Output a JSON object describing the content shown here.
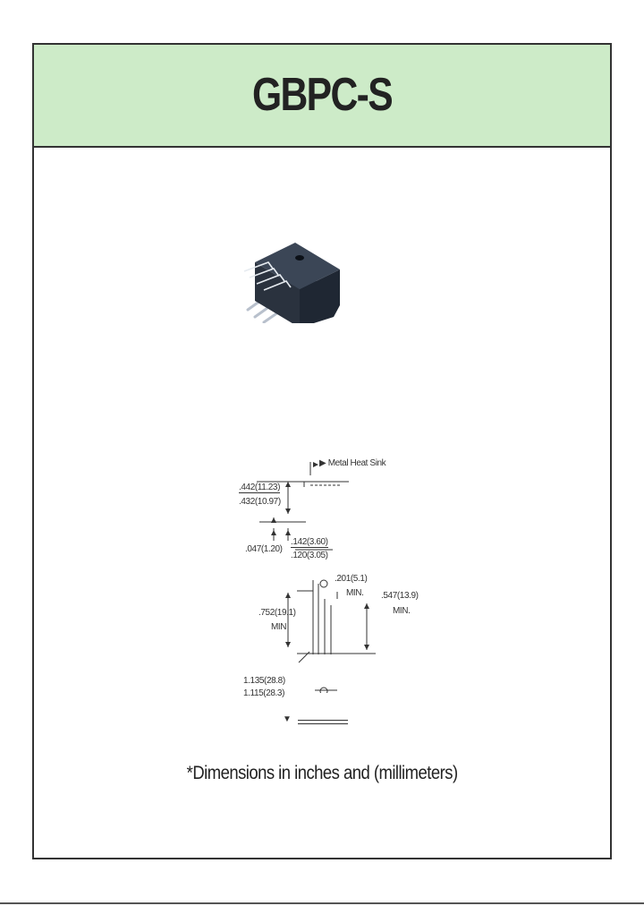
{
  "document": {
    "title": "GBPC-S",
    "footnote": "*Dimensions in inches and (millimeters)"
  },
  "drawing": {
    "heat_sink_label": "Metal Heat Sink",
    "height_max": ".442(11.23)",
    "height_min": ".432(10.97)",
    "pin_thickness": ".047(1.20)",
    "step_max": ".142(3.60)",
    "step_min": ".120(3.05)",
    "pin_spacing": ".201(5.1)",
    "pin_spacing_suffix": "MIN.",
    "lead_length": ".752(19.1)",
    "lead_length_suffix": "MIN",
    "body_depth": ".547(13.9)",
    "body_depth_suffix": "MIN.",
    "width_max": "1.135(28.8)",
    "width_min": "1.115(28.3)"
  },
  "colors": {
    "header_bg": "#cdebc8",
    "border": "#333333",
    "component_body": "#2e3744"
  }
}
